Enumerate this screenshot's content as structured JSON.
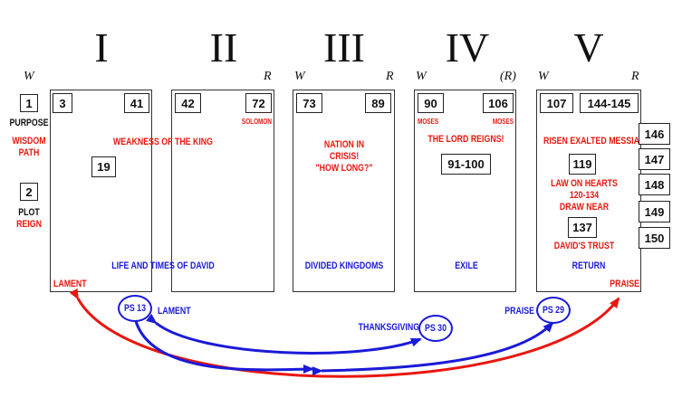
{
  "roman": [
    "I",
    "II",
    "III",
    "IV",
    "V"
  ],
  "wr": {
    "w": "W",
    "r": "R",
    "r_paren": "(R)"
  },
  "side": {
    "box1": "1",
    "purpose": "PURPOSE",
    "wisdom": "WISDOM",
    "path": "PATH",
    "box2": "2",
    "plot": "PLOT",
    "reign": "REIGN"
  },
  "book1": {
    "start": "3",
    "end": "41",
    "mid": "19",
    "lament": "LAMENT"
  },
  "book2": {
    "start": "42",
    "end": "72",
    "solomon": "SOLOMON"
  },
  "book3": {
    "start": "73",
    "end": "89",
    "line1": "NATION IN",
    "line2": "CRISIS!",
    "line3": "\"HOW LONG?\"",
    "bottom": "DIVIDED KINGDOMS"
  },
  "book4": {
    "start": "90",
    "end": "106",
    "moses1": "MOSES",
    "moses2": "MOSES",
    "reigns": "THE LORD REIGNS!",
    "range": "91-100",
    "bottom": "EXILE"
  },
  "book5": {
    "start": "107",
    "end": "144-145",
    "messiah": "RISEN EXALTED MESSIAH",
    "ps119": "119",
    "law": "LAW ON HEARTS",
    "range": "120-134",
    "draw": "DRAW NEAR",
    "ps137": "137",
    "trust": "DAVID'S TRUST",
    "bottom": "RETURN",
    "praise": "PRAISE"
  },
  "spanning": {
    "weakness": "WEAKNESS OF THE KING",
    "life": "LIFE AND TIMES OF DAVID"
  },
  "final": [
    "146",
    "147",
    "148",
    "149",
    "150"
  ],
  "bubbles": {
    "ps13": "PS 13",
    "ps30": "PS 30",
    "ps29": "PS 29"
  },
  "labels": {
    "lament": "LAMENT",
    "thanksgiving": "THANKSGIVING",
    "praise": "PRAISE"
  },
  "colors": {
    "red": "#e8170f",
    "blue": "#1a1ad8"
  }
}
